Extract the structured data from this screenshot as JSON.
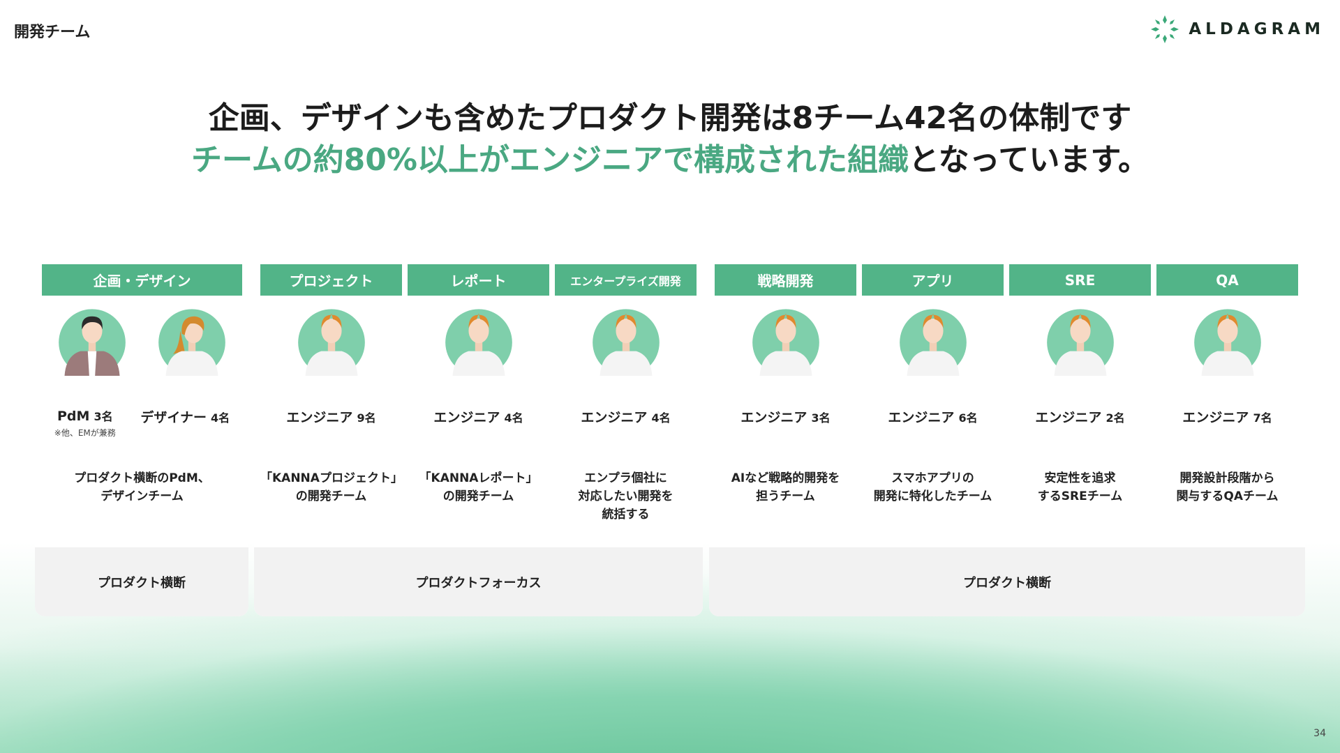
{
  "header": {
    "section": "開発チーム",
    "logo_text": "ALDAGRAM"
  },
  "headline": {
    "line1": "企画、デザインも含めたプロダクト開発は8チーム42名の体制です",
    "line2_green": "チームの約80%以上がエンジニアで構成された組織",
    "line2_dark": "となっています。"
  },
  "groups": [
    {
      "footer": "プロダクト横断"
    },
    {
      "footer": "プロダクトフォーカス"
    },
    {
      "footer": "プロダクト横断"
    }
  ],
  "teams": [
    {
      "header": "企画・デザイン",
      "roles": [
        {
          "name": "PdM",
          "count": "3名",
          "note": "※他、EMが兼務"
        },
        {
          "name": "デザイナー",
          "count": "4名"
        }
      ],
      "desc": [
        "プロダクト横断のPdM、",
        "デザインチーム"
      ]
    },
    {
      "header": "プロジェクト",
      "roles": [
        {
          "name": "エンジニア",
          "count": "9名"
        }
      ],
      "desc": [
        "「KANNAプロジェクト」",
        "の開発チーム"
      ]
    },
    {
      "header": "レポート",
      "roles": [
        {
          "name": "エンジニア",
          "count": "4名"
        }
      ],
      "desc": [
        "「KANNAレポート」",
        "の開発チーム"
      ]
    },
    {
      "header": "エンタープライズ開発",
      "roles": [
        {
          "name": "エンジニア",
          "count": "4名"
        }
      ],
      "desc": [
        "エンプラ個社に",
        "対応したい開発を",
        "統括する"
      ]
    },
    {
      "header": "戦略開発",
      "roles": [
        {
          "name": "エンジニア",
          "count": "3名"
        }
      ],
      "desc": [
        "AIなど戦略的開発を",
        "担うチーム"
      ]
    },
    {
      "header": "アプリ",
      "roles": [
        {
          "name": "エンジニア",
          "count": "6名"
        }
      ],
      "desc": [
        "スマホアプリの",
        "開発に特化したチーム"
      ]
    },
    {
      "header": "SRE",
      "roles": [
        {
          "name": "エンジニア",
          "count": "2名"
        }
      ],
      "desc": [
        "安定性を追求",
        "するSREチーム"
      ]
    },
    {
      "header": "QA",
      "roles": [
        {
          "name": "エンジニア",
          "count": "7名"
        }
      ],
      "desc": [
        "開発設計段階から",
        "関与するQAチーム"
      ]
    }
  ],
  "page_number": "34",
  "colors": {
    "accent": "#52b488",
    "headline_green": "#4aa882",
    "footer_bg": "#f2f2f2",
    "avatar_circle": "#7fcfab"
  },
  "icons": {
    "logo": "aldagram-snowflake-logo",
    "avatar": "person-avatar-icon"
  }
}
